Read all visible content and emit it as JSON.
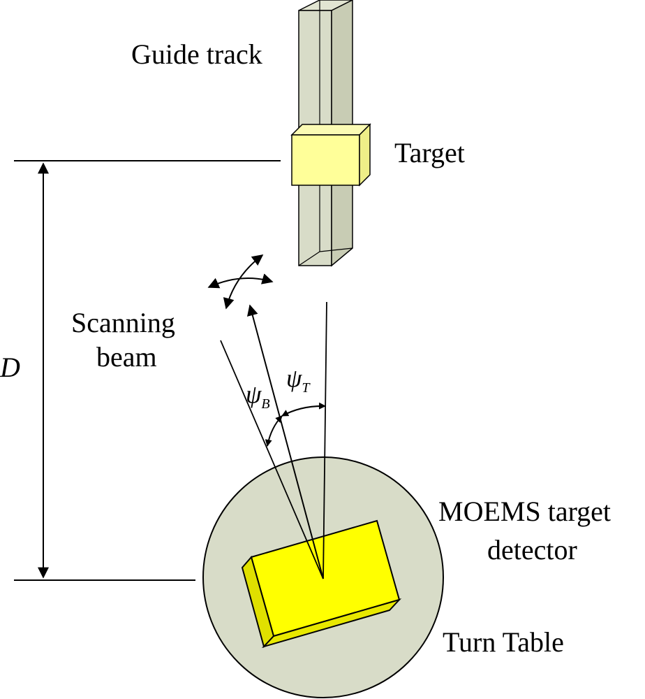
{
  "labels": {
    "guide_track": "Guide track",
    "target": "Target",
    "scanning_beam_line1": "Scanning",
    "scanning_beam_line2": "beam",
    "distance": "D",
    "psi_b_symbol": "ψ",
    "psi_b_subscript": "B",
    "psi_t_symbol": "ψ",
    "psi_t_subscript": "T",
    "detector_line1": "MOEMS target",
    "detector_line2": "detector",
    "turn_table": "Turn Table"
  },
  "colors": {
    "guide_track_face": "#d8dcc8",
    "guide_track_shade": "#c8ccb4",
    "target_face": "#ffff99",
    "target_top": "#fbfbb4",
    "target_side": "#eeee88",
    "turn_table": "#d8dcc8",
    "detector_top": "#ffff00",
    "detector_side": "#e0e000",
    "line": "#000000"
  }
}
